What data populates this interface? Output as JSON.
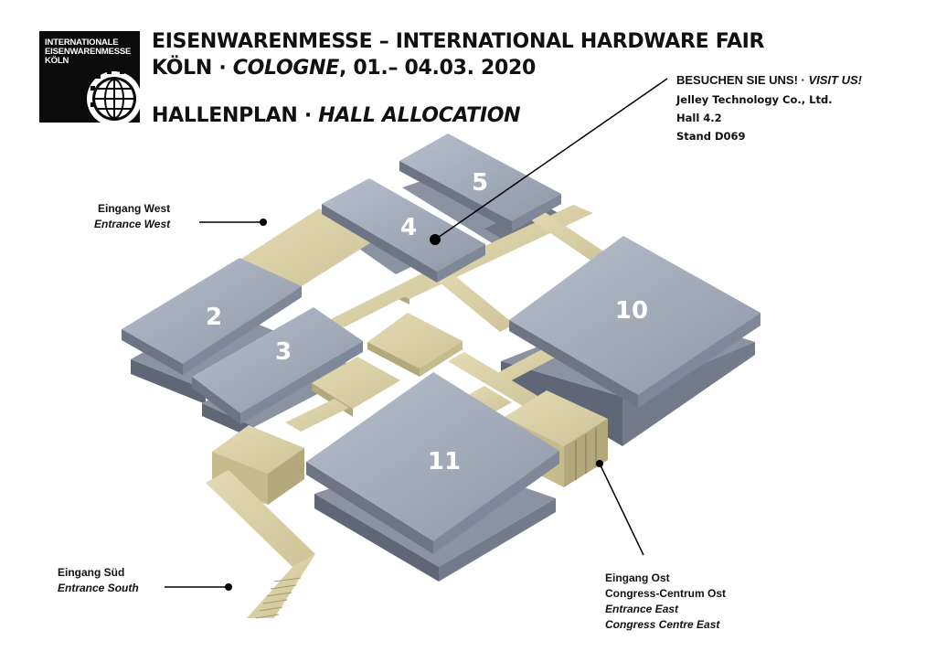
{
  "logo": {
    "line1": "INTERNATIONALE",
    "line2": "EISENWARENMESSE",
    "line3": "KÖLN"
  },
  "header": {
    "title_line1": "EISENWARENMESSE – INTERNATIONAL HARDWARE FAIR",
    "title_line2_prefix": "KÖLN · ",
    "title_line2_italic": "COLOGNE",
    "title_line2_suffix": ", 01.– 04.03. 2020",
    "hallenplan": "HALLENPLAN · ",
    "hall_allocation": "HALL ALLOCATION"
  },
  "visit": {
    "heading": "BESUCHEN SIE UNS! · ",
    "heading_italic": "VISIT US!",
    "company": "Jelley Technology Co., Ltd.",
    "hall": "Hall 4.2",
    "stand": "Stand D069"
  },
  "entrances": {
    "west_de": "Eingang West",
    "west_en": "Entrance West",
    "south_de": "Eingang Süd",
    "south_en": "Entrance South",
    "east_de": "Eingang Ost",
    "east_de2": "Congress-Centrum Ost",
    "east_en": "Entrance East",
    "east_en2": "Congress Centre East"
  },
  "halls": [
    {
      "label": "2"
    },
    {
      "label": "3"
    },
    {
      "label": "4"
    },
    {
      "label": "5"
    },
    {
      "label": "10"
    },
    {
      "label": "11"
    }
  ],
  "colors": {
    "hall_top": "#a9b2c1",
    "hall_side": "#6d7585",
    "walkway": "#d9cfa6",
    "walkway_side": "#b3a77c"
  }
}
